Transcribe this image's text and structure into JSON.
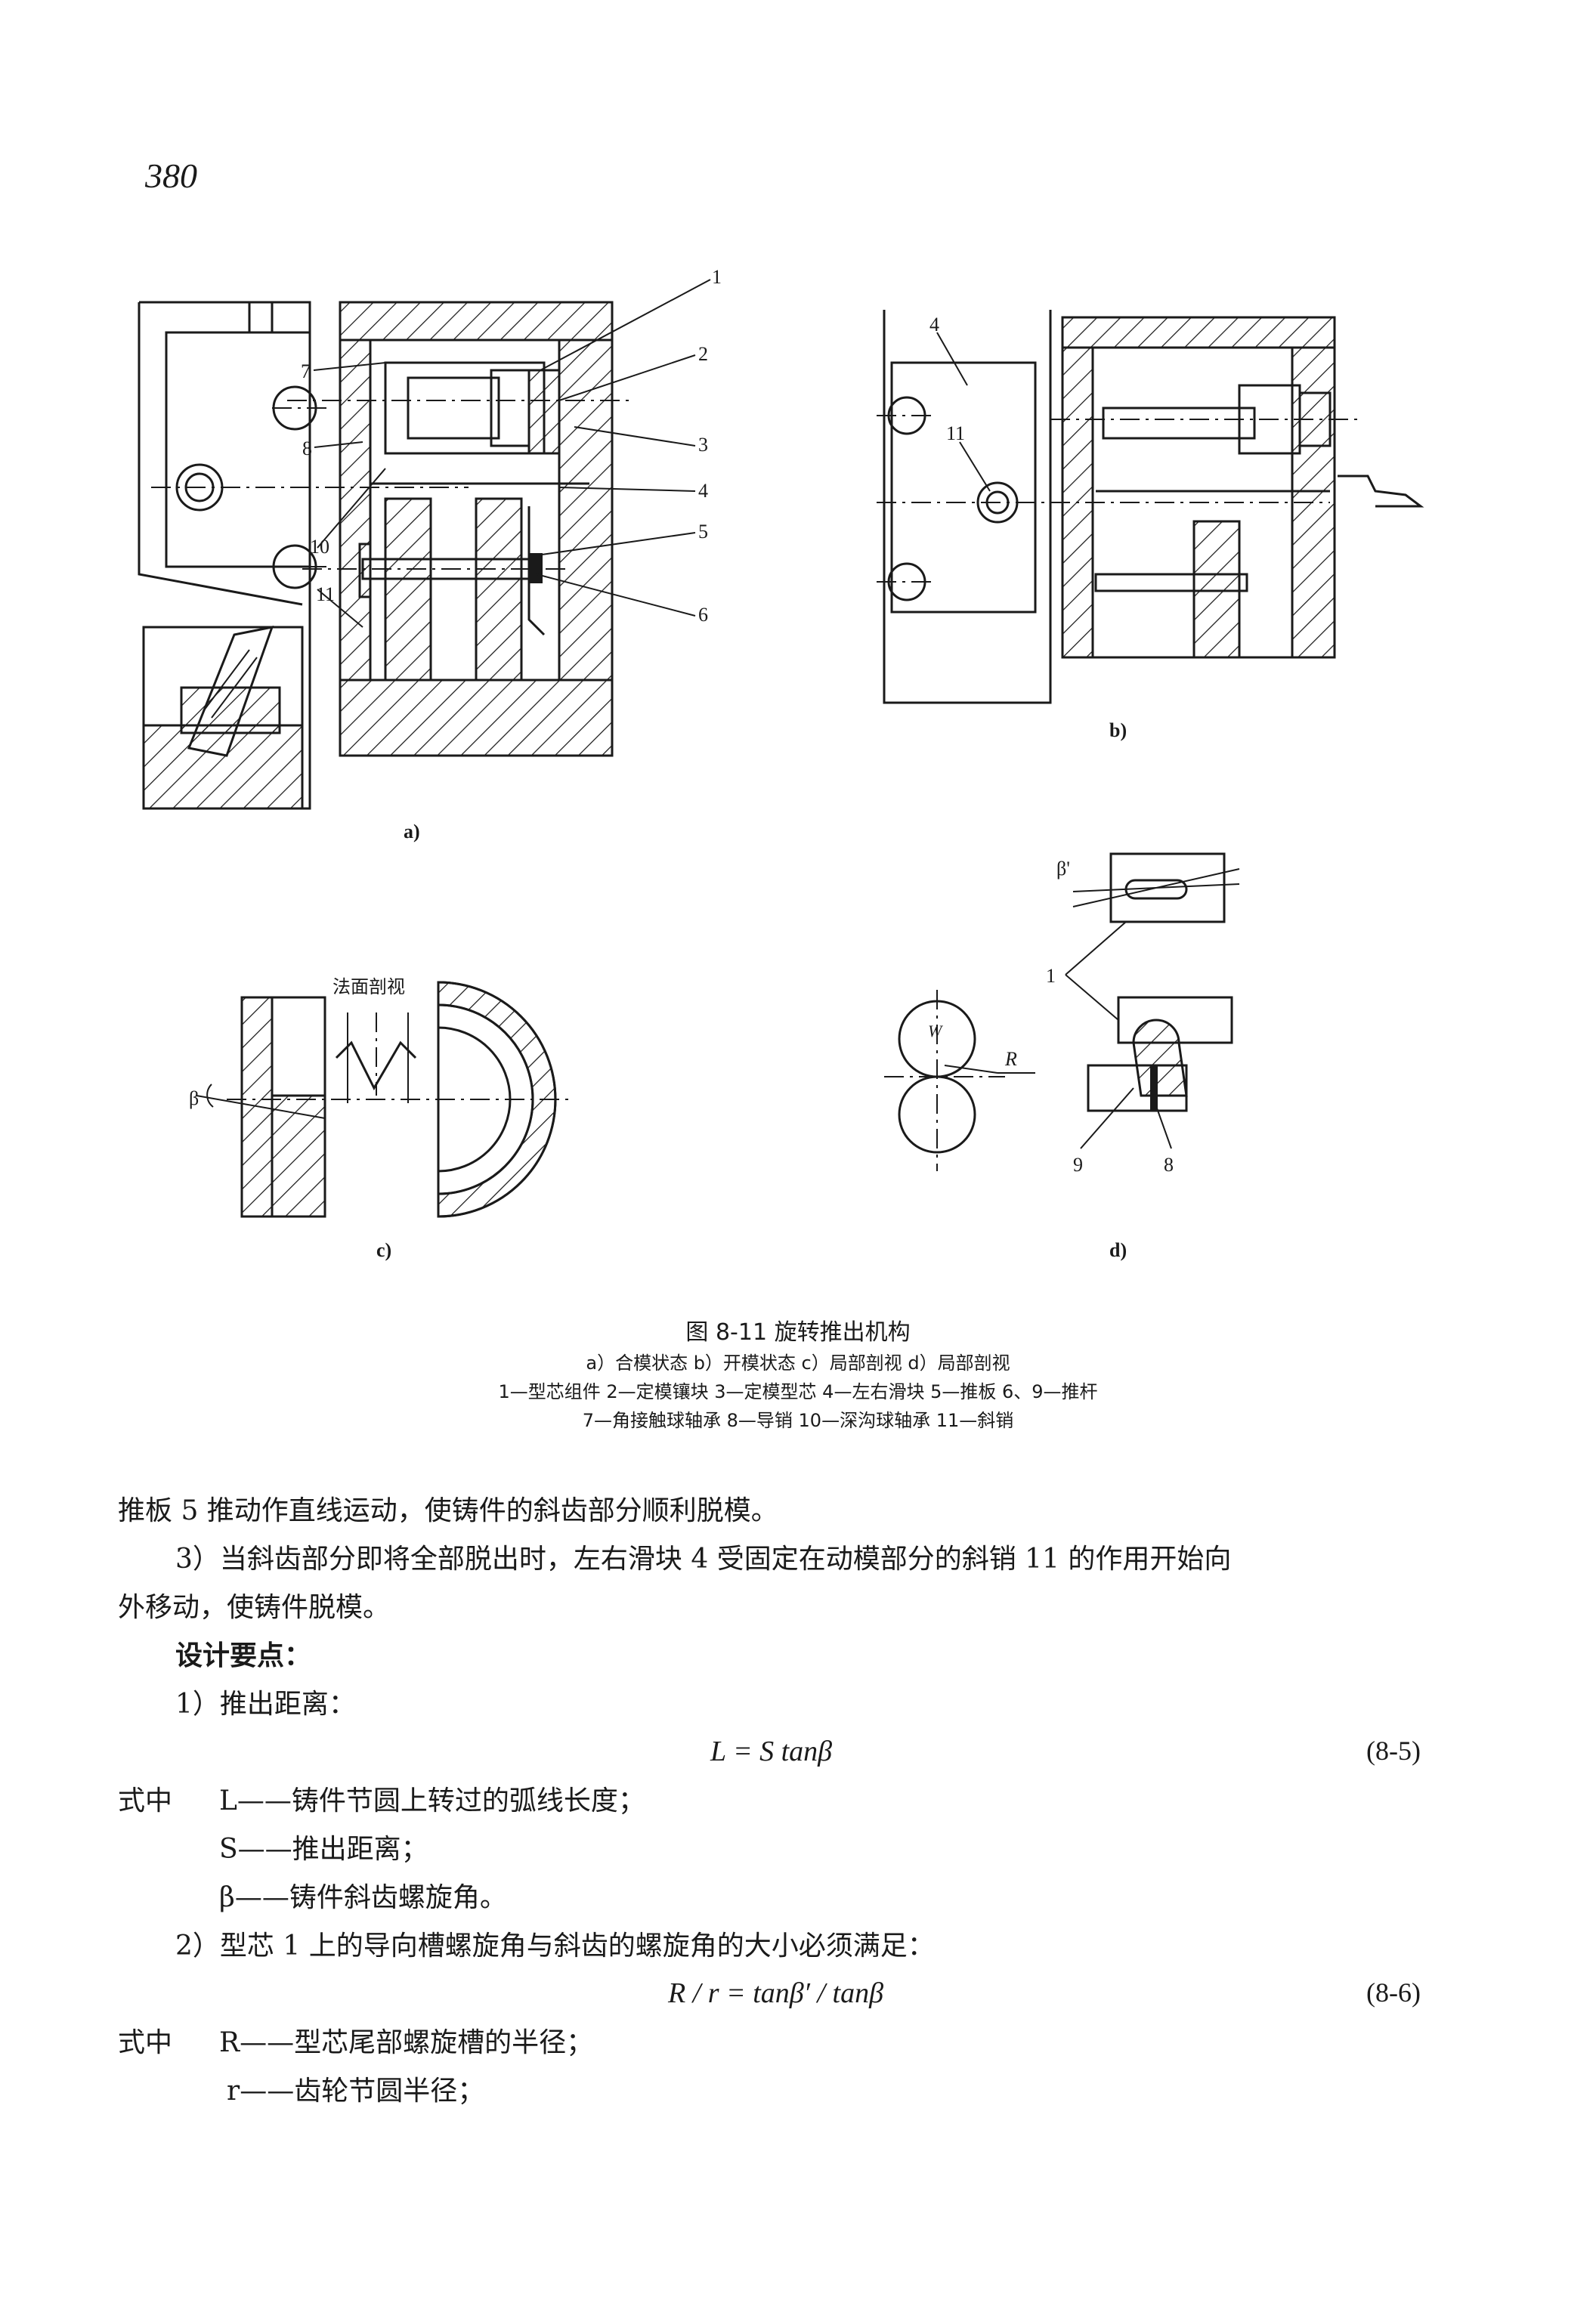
{
  "page_number": "380",
  "figure": {
    "panel_a_label": "a)",
    "panel_b_label": "b)",
    "panel_c_label": "c)",
    "panel_d_label": "d)",
    "panel_a_callouts": [
      "1",
      "2",
      "3",
      "4",
      "5",
      "6",
      "7",
      "8",
      "10",
      "11"
    ],
    "panel_b_callouts": [
      "4",
      "11"
    ],
    "panel_c_note": "法面剖视",
    "panel_c_angle": "β",
    "panel_d_angle": "β'",
    "panel_d_callouts": [
      "1",
      "9",
      "8"
    ],
    "panel_d_R": "R",
    "panel_d_W": "W",
    "caption_title": "图 8-11   旋转推出机构",
    "caption_line1": "a）合模状态   b）开模状态   c）局部剖视   d）局部剖视",
    "caption_line2": "1—型芯组件   2—定模镶块   3—定模型芯   4—左右滑块   5—推板   6、9—推杆",
    "caption_line3": "7—角接触球轴承   8—导销   10—深沟球轴承   11—斜销"
  },
  "body": {
    "p1": "推板 5 推动作直线运动，使铸件的斜齿部分顺利脱模。",
    "p2a": "3）当斜齿部分即将全部脱出时，左右滑块 4 受固定在动模部分的斜销 11 的作用开始向",
    "p2b": "外移动，使铸件脱模。",
    "design_heading": "设计要点：",
    "item1": "1）推出距离：",
    "eq1": "L = S tanβ",
    "eq1_num": "(8-5)",
    "where1_label": "式中",
    "where1_L": "L——铸件节圆上转过的弧线长度；",
    "where1_S": "S——推出距离；",
    "where1_beta": "β——铸件斜齿螺旋角。",
    "item2": "2）型芯 1 上的导向槽螺旋角与斜齿的螺旋角的大小必须满足：",
    "eq2": "R / r = tanβ′ / tanβ",
    "eq2_num": "(8-6)",
    "where2_label": "式中",
    "where2_R": "R——型芯尾部螺旋槽的半径；",
    "where2_r": "r——齿轮节圆半径；"
  }
}
